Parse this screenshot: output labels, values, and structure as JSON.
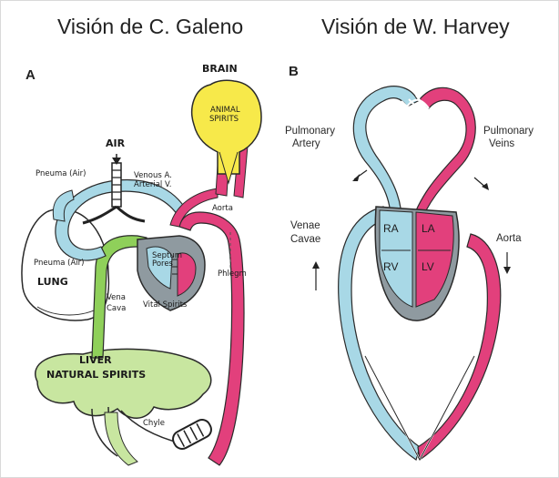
{
  "headings": {
    "left": "Visión de C. Galeno",
    "right": "Visión de W. Harvey"
  },
  "panel_a": {
    "letter": "A",
    "labels": {
      "brain": "BRAIN",
      "animal_spirits_1": "ANIMAL",
      "animal_spirits_2": "SPIRITS",
      "air": "AIR",
      "pneuma_air": "Pneuma (Air)",
      "venous_a": "Venous A.",
      "arterial_v": "Arterial V.",
      "aorta": "Aorta",
      "septum_1": "Septum",
      "septum_2": "Pores",
      "pneuma_air_lung": "Pneuma (Air)",
      "lung": "LUNG",
      "phlegm": "Phlegm",
      "vena_1": "Vena",
      "vena_2": "Cava",
      "vital_spirits": "Vital Spirits",
      "liver": "LIVER",
      "natural_spirits": "NATURAL SPIRITS",
      "chyle": "Chyle"
    }
  },
  "panel_b": {
    "letter": "B",
    "labels": {
      "pulmonary_artery_1": "Pulmonary",
      "pulmonary_artery_2": "Artery",
      "pulmonary_veins_1": "Pulmonary",
      "pulmonary_veins_2": "Veins",
      "venae_cavae_1": "Venae",
      "venae_cavae_2": "Cavae",
      "aorta": "Aorta",
      "ra": "RA",
      "la": "LA",
      "rv": "RV",
      "lv": "LV"
    }
  },
  "colors": {
    "venous_blue": "#a8d8e6",
    "arterial_pink": "#e2407c",
    "liver_green": "#c8e6a0",
    "vena_green": "#8fd05a",
    "brain_yellow": "#f7e94a",
    "heart_gray": "#8f9aa0"
  }
}
